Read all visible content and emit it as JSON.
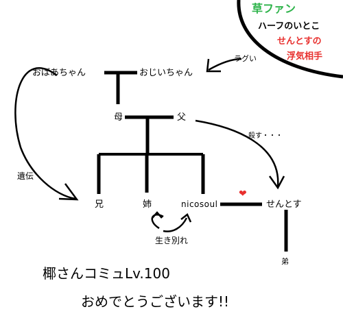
{
  "bubble": {
    "line1": "草ファン",
    "line2": "ハーフのいとこ",
    "line3": "せんとすの",
    "line4": "浮気相手",
    "color_green": "#2db34a",
    "color_red": "#e8302e"
  },
  "people": {
    "grandma": "おばあちゃん",
    "grandpa": "おじいちゃん",
    "mother": "母",
    "father": "父",
    "brother": "兄",
    "sister": "姉",
    "nico": "nicosoul",
    "sentos": "せんとす",
    "younger_brother": "弟"
  },
  "annotations": {
    "ragui": "ラグい",
    "korosu": "殺す・・・",
    "iden": "遺伝",
    "ikiwakare": "生き別れ"
  },
  "message": {
    "line1": "椰さんコミュLv.100",
    "line2": "おめでとうございます!!"
  },
  "heart": {
    "symbol": "❤",
    "color": "#e8302e"
  }
}
